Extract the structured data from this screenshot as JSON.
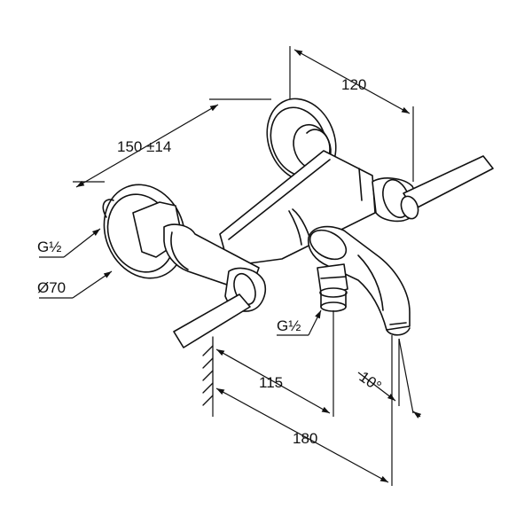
{
  "dimensions": {
    "width_top": "120",
    "spacing": "150 ±14",
    "projection_front": "115",
    "projection_total": "180",
    "angle": "10°"
  },
  "callouts": {
    "connection_thread": "G½",
    "rosette_diameter": "Ø70",
    "outlet_thread": "G½"
  },
  "colors": {
    "line": "#111111",
    "fill": "#ffffff"
  }
}
